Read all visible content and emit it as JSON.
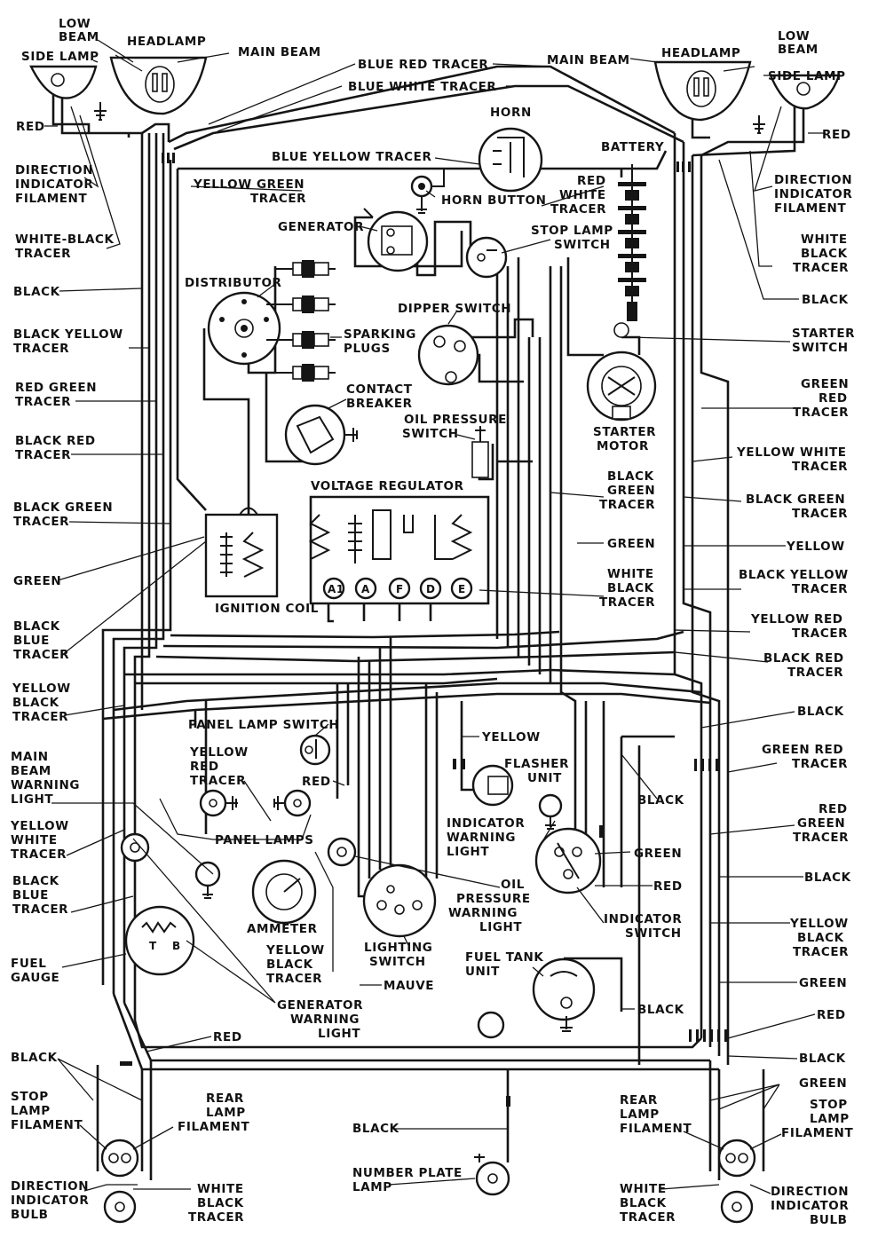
{
  "labels": {
    "low_beam_l": [
      "LOW",
      "BEAM"
    ],
    "headlamp_l": "HEADLAMP",
    "side_lamp_l": "SIDE LAMP",
    "main_beam_l": "MAIN BEAM",
    "blue_red_tracer": "BLUE RED TRACER",
    "blue_white_tracer": "BLUE WHITE TRACER",
    "main_beam_r": "MAIN BEAM",
    "headlamp_r": "HEADLAMP",
    "low_beam_r": [
      "LOW",
      "BEAM"
    ],
    "side_lamp_r": "SIDE LAMP",
    "red_l": "RED",
    "red_r": "RED",
    "horn": "HORN",
    "battery": "BATTERY",
    "dir_ind_fil_l": [
      "DIRECTION",
      "INDICATOR",
      "FILAMENT"
    ],
    "dir_ind_fil_r": [
      "DIRECTION",
      "INDICATOR",
      "FILAMENT"
    ],
    "blue_yellow_tracer": "BLUE YELLOW TRACER",
    "yellow_green_tracer": [
      "YELLOW GREEN",
      "TRACER"
    ],
    "horn_button": "HORN BUTTON",
    "red_white_tracer": [
      "RED",
      "WHITE",
      "TRACER"
    ],
    "generator": "GENERATOR",
    "stop_lamp_switch": [
      "STOP LAMP",
      "SWITCH"
    ],
    "white_black_tracer_l": [
      "WHITE-BLACK",
      "TRACER"
    ],
    "white_black_tracer_r": [
      "WHITE",
      "BLACK",
      "TRACER"
    ],
    "black_l": "BLACK",
    "black_r": "BLACK",
    "distributor": "DISTRIBUTOR",
    "dipper_switch": "DIPPER SWITCH",
    "black_yellow_tracer_l": [
      "BLACK YELLOW",
      "TRACER"
    ],
    "sparking_plugs": [
      "SPARKING",
      "PLUGS"
    ],
    "starter_switch": [
      "STARTER",
      "SWITCH"
    ],
    "contact_breaker": [
      "CONTACT",
      "BREAKER"
    ],
    "red_green_tracer_l": [
      "RED GREEN",
      "TRACER"
    ],
    "green_red_tracer_r": [
      "GREEN",
      "RED",
      "TRACER"
    ],
    "oil_pressure_switch": [
      "OIL PRESSURE",
      "SWITCH"
    ],
    "starter_motor": [
      "STARTER",
      "MOTOR"
    ],
    "black_red_tracer_l": [
      "BLACK RED",
      "TRACER"
    ],
    "yellow_white_tracer_r": [
      "YELLOW WHITE",
      "TRACER"
    ],
    "black_green_tracer_mid": [
      "BLACK",
      "GREEN",
      "TRACER"
    ],
    "black_green_tracer_l": [
      "BLACK GREEN",
      "TRACER"
    ],
    "voltage_regulator": "VOLTAGE REGULATOR",
    "black_green_tracer_r": [
      "BLACK GREEN",
      "TRACER"
    ],
    "green_mid": "GREEN",
    "yellow_r": "YELLOW",
    "green_l": "GREEN",
    "white_black_tracer_mid": [
      "WHITE",
      "BLACK",
      "TRACER"
    ],
    "black_yellow_tracer_r": [
      "BLACK YELLOW",
      "TRACER"
    ],
    "ignition_coil": "IGNITION COIL",
    "reg_terminals": [
      "A1",
      "A",
      "F",
      "D",
      "E"
    ],
    "black_blue_tracer_l": [
      "BLACK",
      "BLUE",
      "TRACER"
    ],
    "yellow_red_tracer_r": [
      "YELLOW RED",
      "TRACER"
    ],
    "black_red_tracer_r": [
      "BLACK RED",
      "TRACER"
    ],
    "yellow_black_tracer_l": [
      "YELLOW",
      "BLACK",
      "TRACER"
    ],
    "black_r2": "BLACK",
    "panel_lamp_switch": "PANEL LAMP SWITCH",
    "yellow_mid": "YELLOW",
    "main_beam_warning": [
      "MAIN",
      "BEAM",
      "WARNING",
      "LIGHT"
    ],
    "yellow_red_tracer_mid": [
      "YELLOW",
      "RED",
      "TRACER"
    ],
    "flasher_unit": [
      "FLASHER",
      "UNIT"
    ],
    "green_red_tracer_r2": [
      "GREEN RED",
      "TRACER"
    ],
    "red_mid": "RED",
    "black_flasher": "BLACK",
    "red_green_tracer_r": [
      "RED",
      "GREEN",
      "TRACER"
    ],
    "yellow_white_tracer_l": [
      "YELLOW",
      "WHITE",
      "TRACER"
    ],
    "indicator_warning_light": [
      "INDICATOR",
      "WARNING",
      "LIGHT"
    ],
    "panel_lamps": "PANEL LAMPS",
    "green_ind": "GREEN",
    "black_r3": "BLACK",
    "black_blue_tracer_l2": [
      "BLACK",
      "BLUE",
      "TRACER"
    ],
    "oil_pressure_warning": [
      "OIL",
      "PRESSURE",
      "WARNING",
      "LIGHT"
    ],
    "red_ind": "RED",
    "indicator_switch": [
      "INDICATOR",
      "SWITCH"
    ],
    "ammeter": "AMMETER",
    "yellow_black_tracer_r": [
      "YELLOW",
      "BLACK",
      "TRACER"
    ],
    "lighting_switch": [
      "LIGHTING",
      "SWITCH"
    ],
    "fuel_tank_unit": [
      "FUEL TANK",
      "UNIT"
    ],
    "yellow_black_tracer_mid": [
      "YELLOW",
      "BLACK",
      "TRACER"
    ],
    "fuel_gauge": [
      "FUEL",
      "GAUGE"
    ],
    "mauve": "MAUVE",
    "green_r": "GREEN",
    "generator_warning": [
      "GENERATOR",
      "WARNING",
      "LIGHT"
    ],
    "black_fuel": "BLACK",
    "red_r2": "RED",
    "red_rear": "RED",
    "black_rear_l": "BLACK",
    "black_rear_r": "BLACK",
    "green_rear_r": "GREEN",
    "stop_lamp_filament_l": [
      "STOP",
      "LAMP",
      "FILAMENT"
    ],
    "rear_lamp_filament_l": [
      "REAR",
      "LAMP",
      "FILAMENT"
    ],
    "rear_lamp_filament_r": [
      "REAR",
      "LAMP",
      "FILAMENT"
    ],
    "stop_lamp_filament_r": [
      "STOP",
      "LAMP",
      "FILAMENT"
    ],
    "black_number": "BLACK",
    "number_plate_lamp": [
      "NUMBER PLATE",
      "LAMP"
    ],
    "direction_indicator_bulb_l": [
      "DIRECTION",
      "INDICATOR",
      "BULB"
    ],
    "white_black_tracer_rear_l": [
      "WHITE",
      "BLACK",
      "TRACER"
    ],
    "white_black_tracer_rear_r": [
      "WHITE",
      "BLACK",
      "TRACER"
    ],
    "direction_indicator_bulb_r": [
      "DIRECTION",
      "INDICATOR",
      "BULB"
    ],
    "gauge_marks": [
      "T",
      "B"
    ]
  }
}
